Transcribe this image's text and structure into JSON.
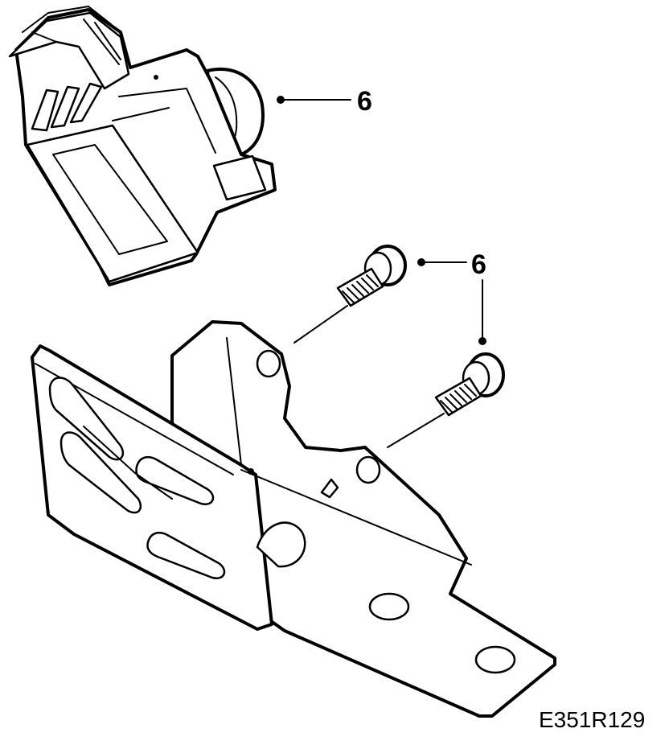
{
  "callouts": {
    "sensor": "6",
    "screws": "6"
  },
  "figure_code": "E351R129",
  "colors": {
    "ink": "#000000",
    "paper": "#ffffff"
  }
}
